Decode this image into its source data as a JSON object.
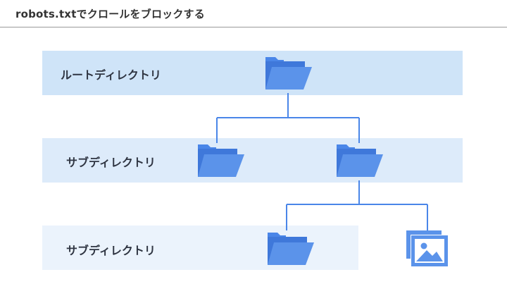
{
  "title": "robots.txtでクロールをブロックする",
  "levels": [
    {
      "label": "ルートディレクトリ"
    },
    {
      "label": "サブディレクトリ"
    },
    {
      "label": "サブディレクトリ"
    }
  ],
  "colors": {
    "band_strong": "#cfe4f8",
    "band_medium": "#ddebfa",
    "band_light": "#ebf3fc",
    "folder": "#5b93ea",
    "connector": "#4a86e8",
    "rule": "#9a9a9a"
  },
  "icons": {
    "folder": "folder-icon",
    "image": "image-file-icon"
  }
}
